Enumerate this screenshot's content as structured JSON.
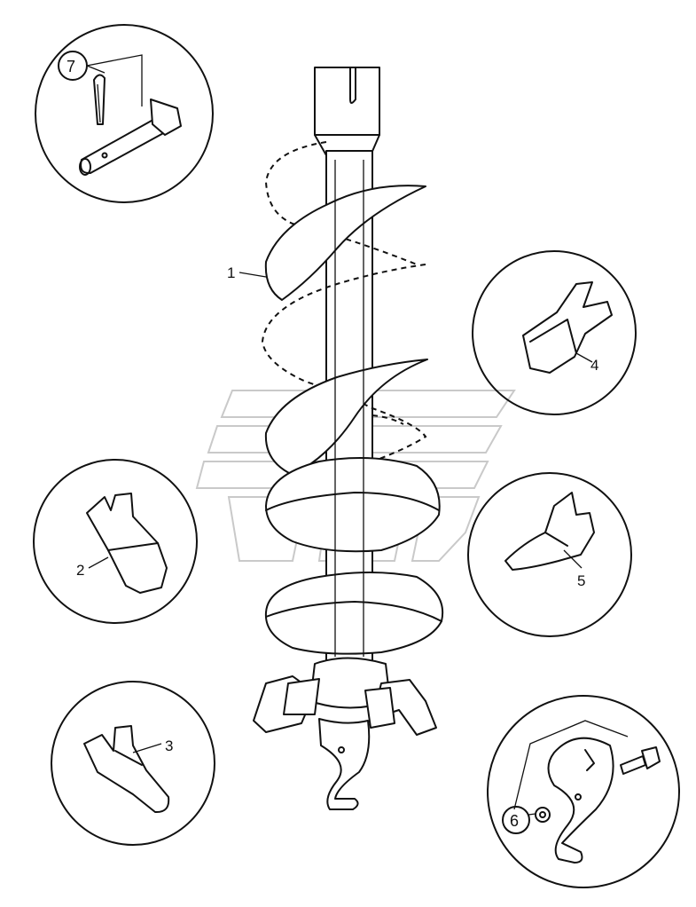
{
  "callouts": {
    "auger": "1",
    "tooth_2": "2",
    "tooth_3": "3",
    "tooth_4": "4",
    "tooth_5": "5",
    "pilot_bit": "6",
    "pin": "7"
  }
}
